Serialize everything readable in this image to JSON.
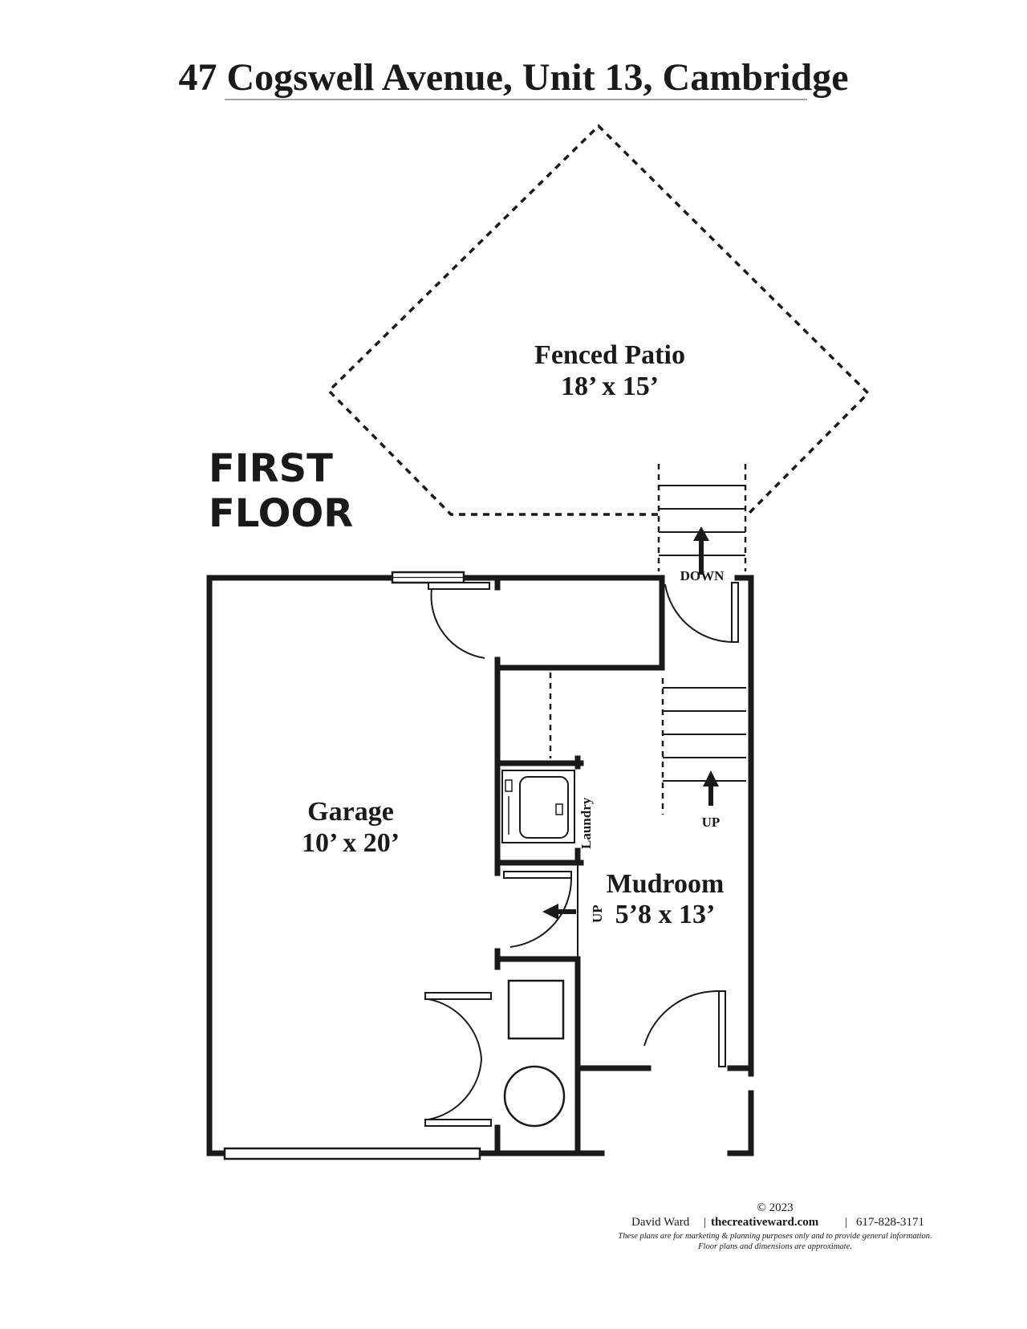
{
  "title": "47 Cogswell Avenue, Unit 13, Cambridge",
  "floor_label": {
    "line1": "FIRST",
    "line2": "FLOOR"
  },
  "rooms": {
    "patio": {
      "name": "Fenced Patio",
      "dims": "18’ x 15’"
    },
    "garage": {
      "name": "Garage",
      "dims": "10’ x 20’"
    },
    "mudroom": {
      "name": "Mudroom",
      "dims": "5’8 x 13’"
    },
    "laundry": {
      "name": "Laundry"
    }
  },
  "stair_labels": {
    "down": "DOWN",
    "up_stairs": "UP",
    "up_garage": "UP"
  },
  "footer": {
    "copyright": "© 2023",
    "author": "David Ward",
    "website": "thecreativeward.com",
    "phone": "617-828-3171",
    "separator": "|",
    "disclaimer1": "These plans are for marketing & planning purposes only and to provide general information.",
    "disclaimer2": "Floor plans and dimensions are approximate."
  },
  "colors": {
    "ink": "#1a1a1a",
    "background": "#ffffff",
    "underline": "#888888"
  }
}
